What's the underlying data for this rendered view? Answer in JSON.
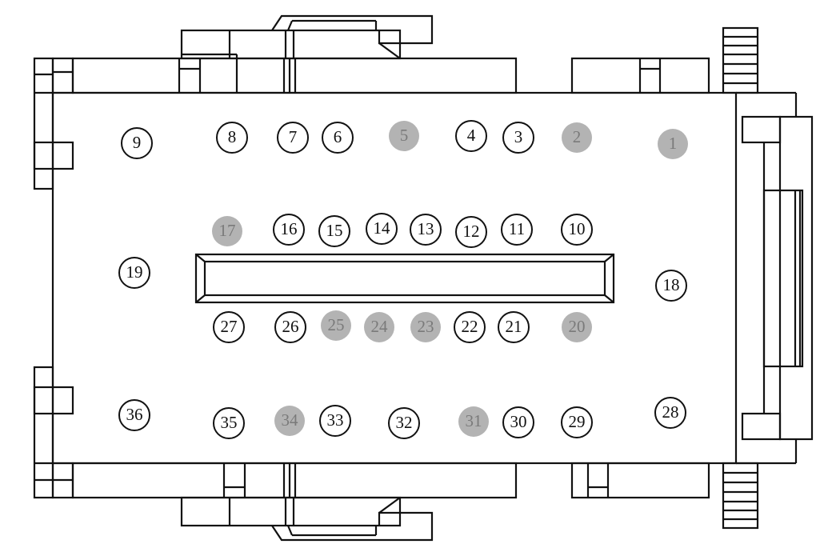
{
  "colors": {
    "line": "#111111",
    "open_fill": "#ffffff",
    "open_text": "#111111",
    "filled_fill": "#b3b3b3",
    "filled_text": "#7a7a7a"
  },
  "markers": [
    {
      "label": "1",
      "filled": true
    },
    {
      "label": "2",
      "filled": true
    },
    {
      "label": "3",
      "filled": false
    },
    {
      "label": "4",
      "filled": false
    },
    {
      "label": "5",
      "filled": true
    },
    {
      "label": "6",
      "filled": false
    },
    {
      "label": "7",
      "filled": false
    },
    {
      "label": "8",
      "filled": false
    },
    {
      "label": "9",
      "filled": false
    },
    {
      "label": "10",
      "filled": false
    },
    {
      "label": "11",
      "filled": false
    },
    {
      "label": "12",
      "filled": false
    },
    {
      "label": "13",
      "filled": false
    },
    {
      "label": "14",
      "filled": false
    },
    {
      "label": "15",
      "filled": false
    },
    {
      "label": "16",
      "filled": false
    },
    {
      "label": "17",
      "filled": true
    },
    {
      "label": "18",
      "filled": false
    },
    {
      "label": "19",
      "filled": false
    },
    {
      "label": "20",
      "filled": true
    },
    {
      "label": "21",
      "filled": false
    },
    {
      "label": "22",
      "filled": false
    },
    {
      "label": "23",
      "filled": true
    },
    {
      "label": "24",
      "filled": true
    },
    {
      "label": "25",
      "filled": true
    },
    {
      "label": "26",
      "filled": false
    },
    {
      "label": "27",
      "filled": false
    },
    {
      "label": "28",
      "filled": false
    },
    {
      "label": "29",
      "filled": false
    },
    {
      "label": "30",
      "filled": false
    },
    {
      "label": "31",
      "filled": true
    },
    {
      "label": "32",
      "filled": false
    },
    {
      "label": "33",
      "filled": false
    },
    {
      "label": "34",
      "filled": true
    },
    {
      "label": "35",
      "filled": false
    },
    {
      "label": "36",
      "filled": false
    }
  ]
}
